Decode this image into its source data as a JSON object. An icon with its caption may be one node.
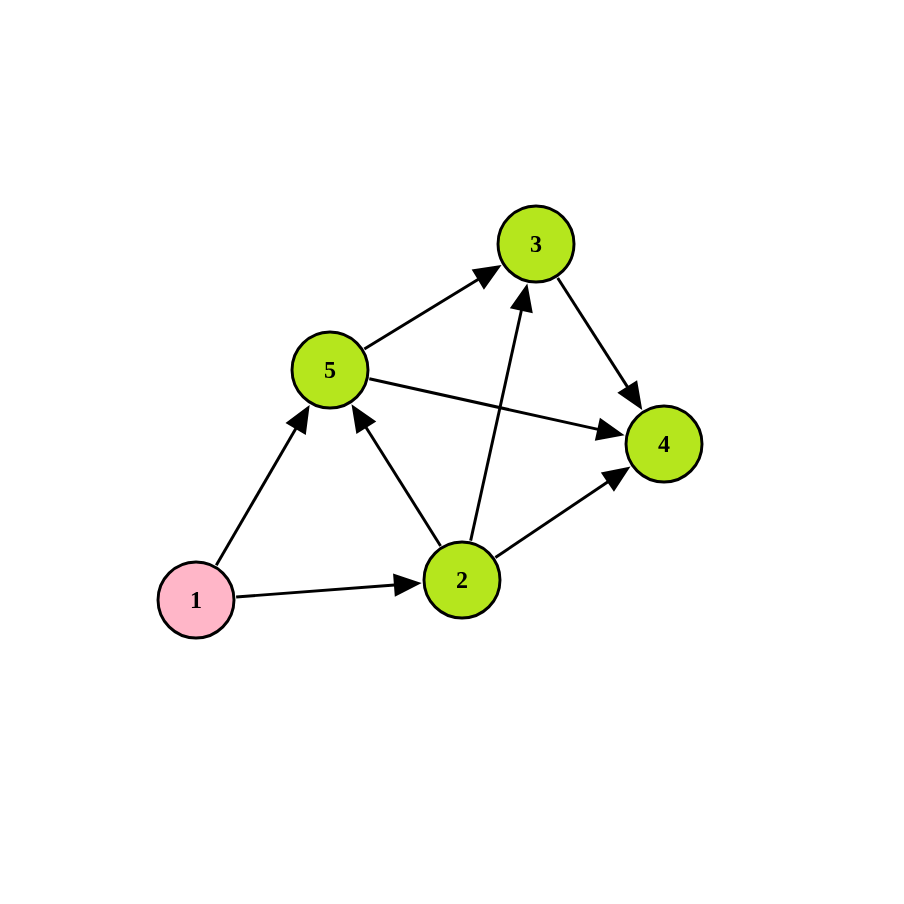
{
  "diagram": {
    "nodes": [
      {
        "text": [
          "1"
        ]
      },
      {
        "text": [
          "2"
        ]
      },
      {
        "text": [
          "3"
        ]
      },
      {
        "text": [
          "4"
        ]
      },
      {
        "text": [
          "5"
        ]
      }
    ],
    "edges": [
      {
        "from": 0,
        "to": 4,
        "arrow": "to"
      },
      {
        "from": 0,
        "to": 1,
        "arrow": "to"
      },
      {
        "from": 1,
        "to": 4,
        "arrow": "to"
      },
      {
        "from": 1,
        "to": 2,
        "arrow": "to"
      },
      {
        "from": 1,
        "to": 3,
        "arrow": "to"
      },
      {
        "from": 4,
        "to": 2,
        "arrow": "to"
      },
      {
        "from": 4,
        "to": 3,
        "arrow": "to"
      },
      {
        "from": 2,
        "to": 3,
        "arrow": "to"
      }
    ]
  }
}
